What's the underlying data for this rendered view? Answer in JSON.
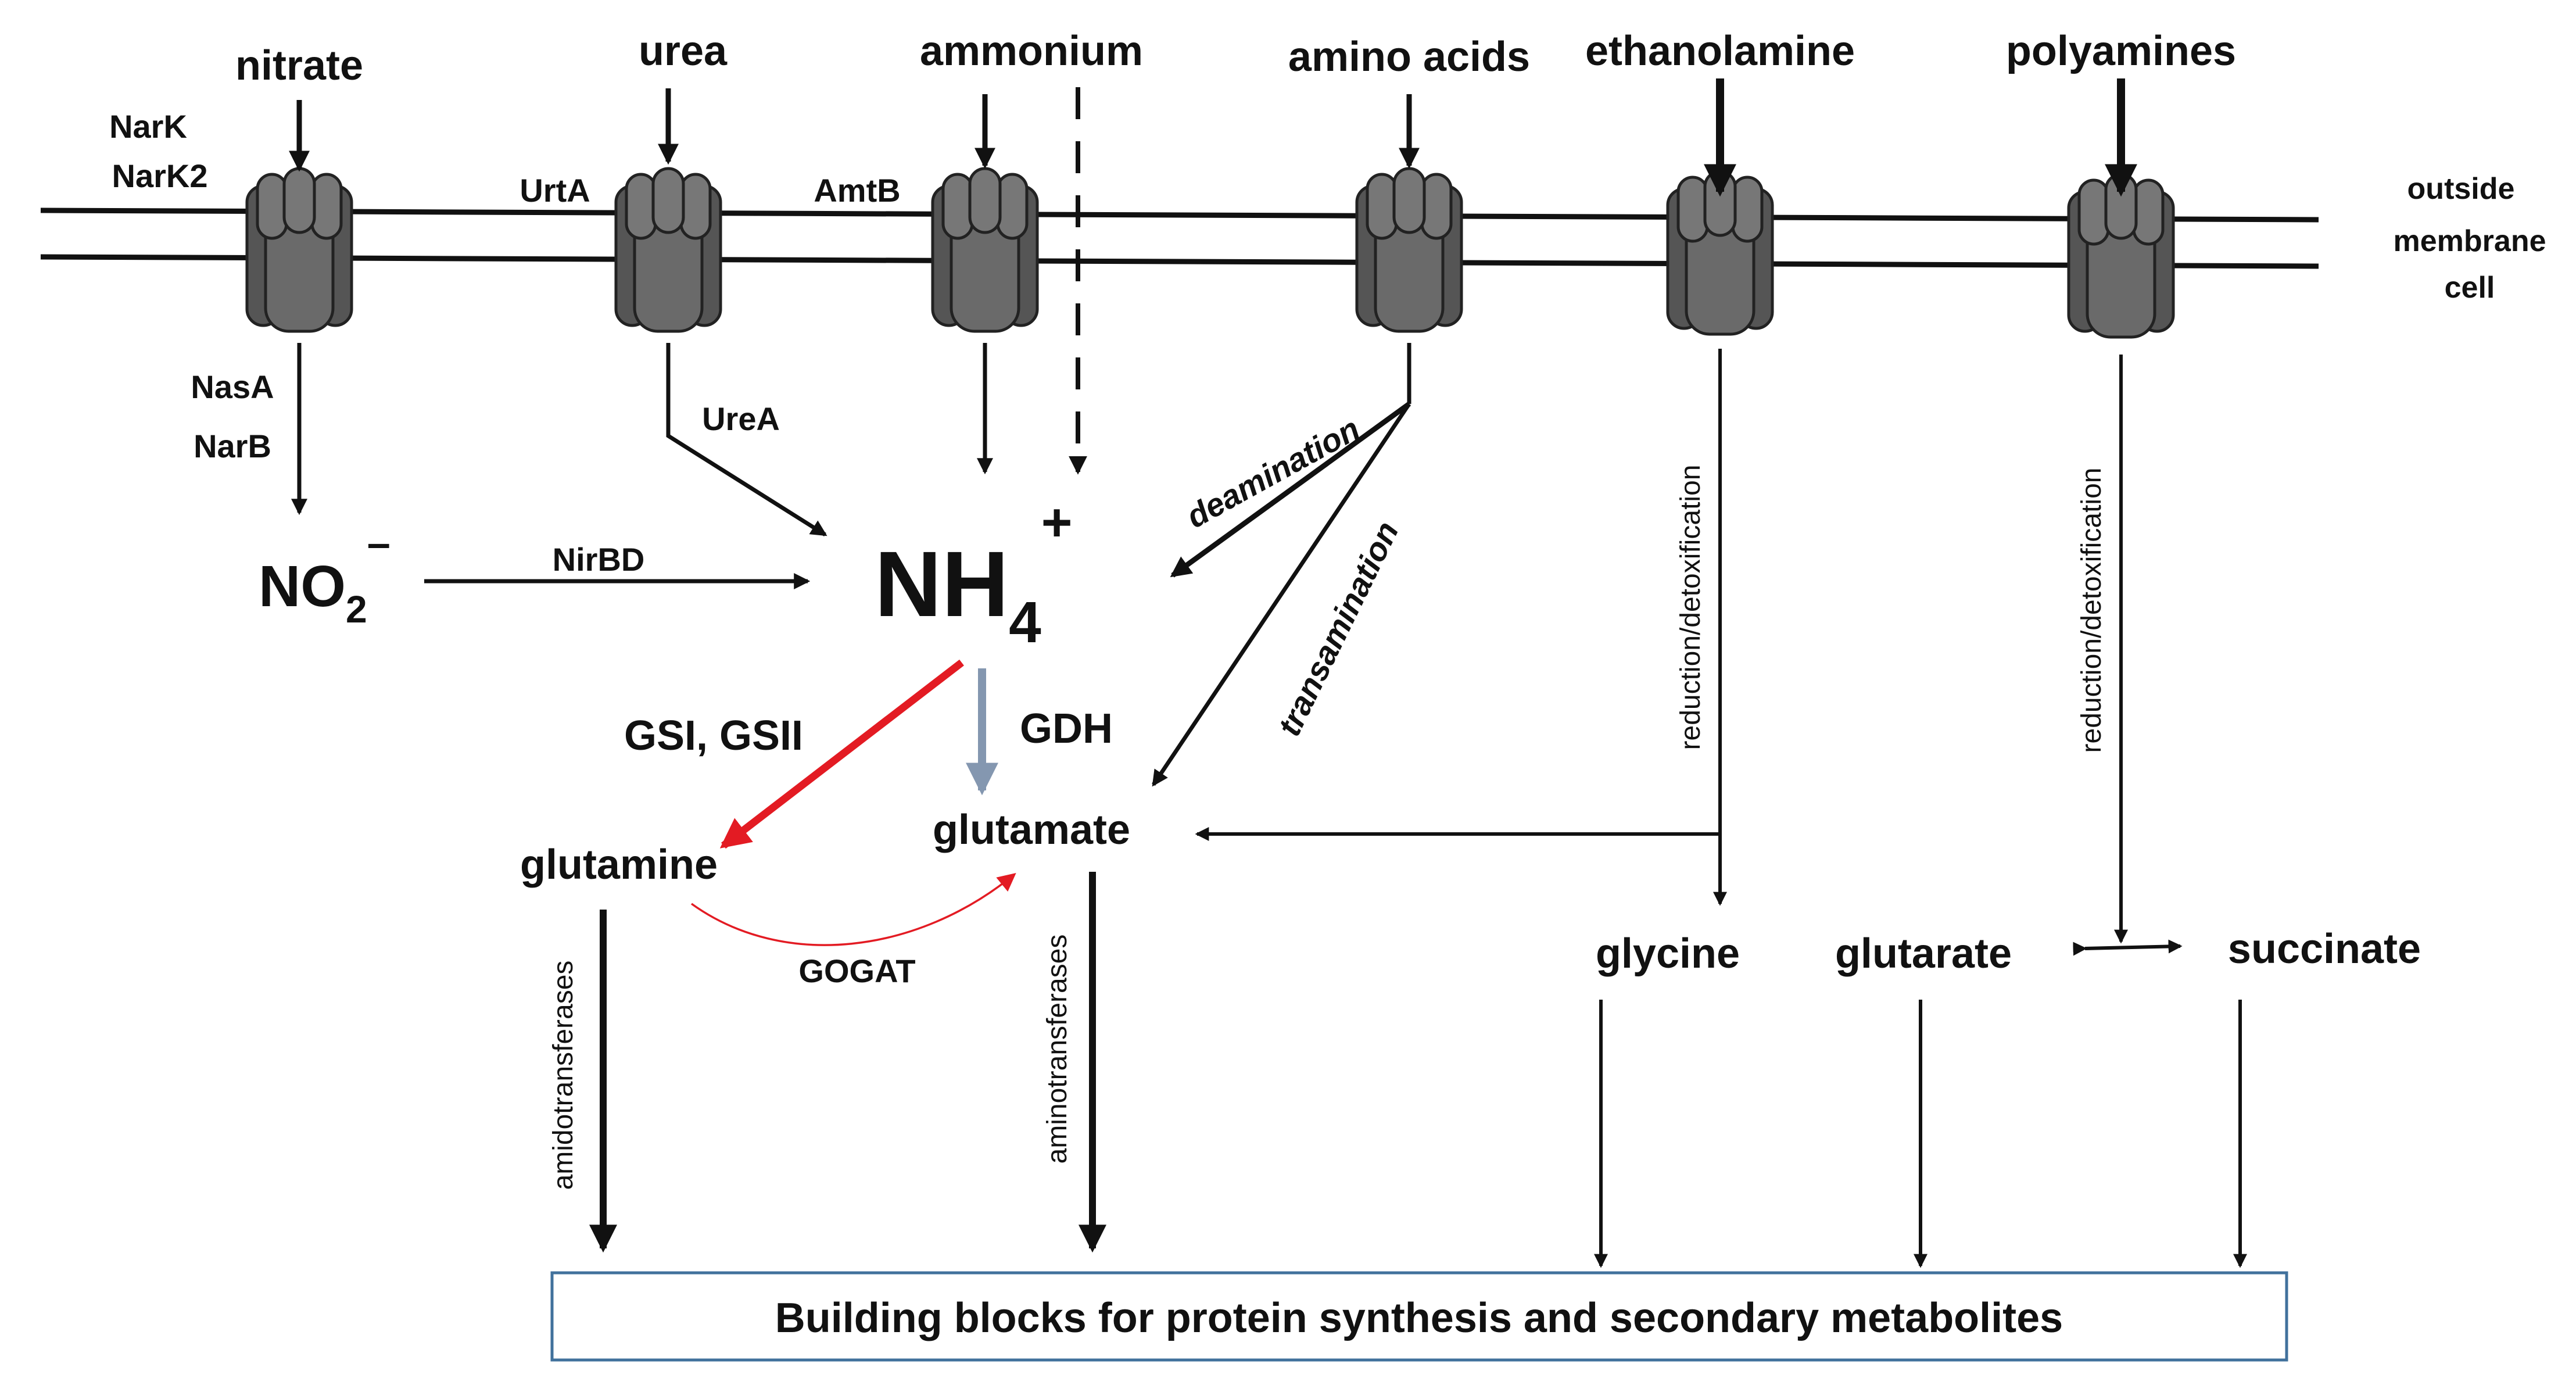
{
  "diagram": {
    "substrates": {
      "nitrate": "nitrate",
      "urea": "urea",
      "ammonium": "ammonium",
      "amino_acids": "amino acids",
      "ethanolamine": "ethanolamine",
      "polyamines": "polyamines"
    },
    "transporters": {
      "narK": "NarK",
      "narK2": "NarK2",
      "urtA": "UrtA",
      "amtB": "AmtB"
    },
    "membrane_side": {
      "outside": "outside",
      "membrane": "membrane",
      "cell": "cell"
    },
    "enzymes": {
      "nasA": "NasA",
      "narB": "NarB",
      "ureA": "UreA",
      "nirBD": "NirBD",
      "gs": "GSI, GSII",
      "gdh": "GDH",
      "gogat": "GOGAT"
    },
    "processes": {
      "deamination": "deamination",
      "transamination": "transamination",
      "reduction_1": "reduction/detoxification",
      "reduction_2": "reduction/detoxification",
      "amidotransferases": "amidotransferases",
      "aminotransferases": "aminotransferases"
    },
    "metabolites": {
      "nitrite": "NO",
      "nitrite_sub": "2",
      "nitrite_sup": "–",
      "ammonium_ion": "NH",
      "ammonium_sub": "4",
      "ammonium_sup": "+",
      "glutamine": "glutamine",
      "glutamate": "glutamate",
      "glycine": "glycine",
      "glutarate": "glutarate",
      "succinate": "succinate"
    },
    "output_box": "Building blocks for protein synthesis and secondary metabolites",
    "colors": {
      "arrow": "#111111",
      "gs_arrow": "#e31b23",
      "gdh_arrow": "#8497b0",
      "channel": "#555555",
      "box_border": "#41719c"
    }
  }
}
